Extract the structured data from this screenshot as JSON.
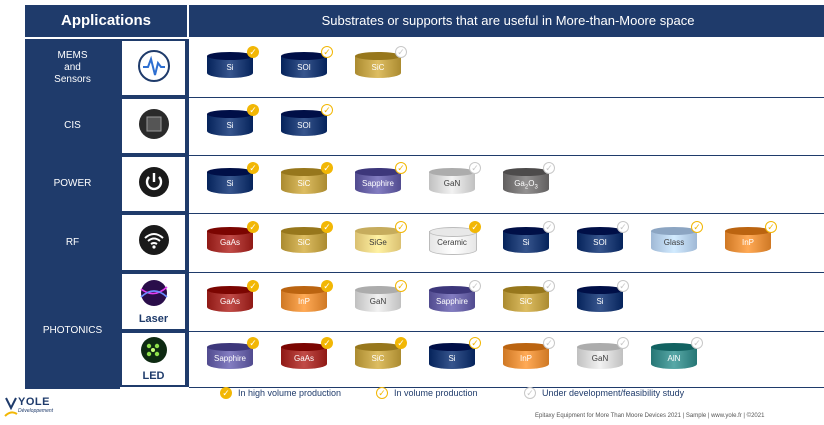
{
  "header": {
    "applications_label": "Applications",
    "substrates_label": "Substrates or supports that are useful in More-than-Moore space"
  },
  "rows": [
    {
      "label": "MEMS\nand\nSensors",
      "icon": "mems-sensor-icon",
      "icon_text": "",
      "items": [
        {
          "text": "Si",
          "status": "high",
          "color": "#1e3c74"
        },
        {
          "text": "SOI",
          "status": "volume",
          "color": "#1e3c74"
        },
        {
          "text": "SiC",
          "status": "dev",
          "color": "#c4a449"
        }
      ]
    },
    {
      "label": "CIS",
      "icon": "image-sensor-icon",
      "icon_text": "",
      "items": [
        {
          "text": "Si",
          "status": "high",
          "color": "#1e3c74"
        },
        {
          "text": "SOI",
          "status": "volume",
          "color": "#1e3c74"
        }
      ]
    },
    {
      "label": "POWER",
      "icon": "power-icon",
      "icon_text": "",
      "items": [
        {
          "text": "Si",
          "status": "high",
          "color": "#1e3c74"
        },
        {
          "text": "SiC",
          "status": "high",
          "color": "#c4a449"
        },
        {
          "text": "Sapphire",
          "status": "volume",
          "color": "#6a64a8"
        },
        {
          "text": "GaN",
          "status": "dev",
          "color": "#d9d9d9"
        },
        {
          "text": "Ga2O3",
          "status": "dev",
          "color": "#7a7878"
        }
      ]
    },
    {
      "label": "RF",
      "icon": "wifi-icon",
      "icon_text": "",
      "items": [
        {
          "text": "GaAs",
          "status": "high",
          "color": "#a8322e"
        },
        {
          "text": "SiC",
          "status": "high",
          "color": "#c4a449"
        },
        {
          "text": "SiGe",
          "status": "volume",
          "color": "#f3d98a"
        },
        {
          "text": "Ceramic",
          "status": "high",
          "color": "#ffffff"
        },
        {
          "text": "Si",
          "status": "dev",
          "color": "#1e3c74"
        },
        {
          "text": "SOI",
          "status": "dev",
          "color": "#1e3c74"
        },
        {
          "text": "Glass",
          "status": "volume",
          "color": "#b9d2ef"
        },
        {
          "text": "InP",
          "status": "volume",
          "color": "#e8913d"
        }
      ]
    },
    {
      "label": "PHOTONICS",
      "icon": "laser-icon",
      "icon_text": "Laser",
      "items": [
        {
          "text": "GaAs",
          "status": "high",
          "color": "#a8322e"
        },
        {
          "text": "InP",
          "status": "high",
          "color": "#e8913d"
        },
        {
          "text": "GaN",
          "status": "volume",
          "color": "#d9d9d9"
        },
        {
          "text": "Sapphire",
          "status": "dev",
          "color": "#6a64a8"
        },
        {
          "text": "SiC",
          "status": "dev",
          "color": "#c4a449"
        },
        {
          "text": "Si",
          "status": "dev",
          "color": "#1e3c74"
        }
      ]
    },
    {
      "label": "",
      "icon": "led-icon",
      "icon_text": "LED",
      "items": [
        {
          "text": "Sapphire",
          "status": "high",
          "color": "#6a64a8"
        },
        {
          "text": "GaAs",
          "status": "high",
          "color": "#a8322e"
        },
        {
          "text": "SiC",
          "status": "high",
          "color": "#c4a449"
        },
        {
          "text": "Si",
          "status": "volume",
          "color": "#1e3c74"
        },
        {
          "text": "InP",
          "status": "dev",
          "color": "#e8913d"
        },
        {
          "text": "GaN",
          "status": "dev",
          "color": "#d9d9d9"
        },
        {
          "text": "AlN",
          "status": "dev",
          "color": "#3f8f8e"
        }
      ]
    }
  ],
  "legend": {
    "high": "In high volume production",
    "volume": "In volume production",
    "dev": "Under development/feasibility study"
  },
  "footer": "Epitaxy Equipment for More Than Moore Devices 2021 | Sample | www.yole.fr | ©2021",
  "logo": {
    "name": "YOLE",
    "sub": "Développement"
  },
  "colors": {
    "navy": "#1f3b6b",
    "gold": "#f2b705",
    "grey": "#c8c8c8"
  }
}
